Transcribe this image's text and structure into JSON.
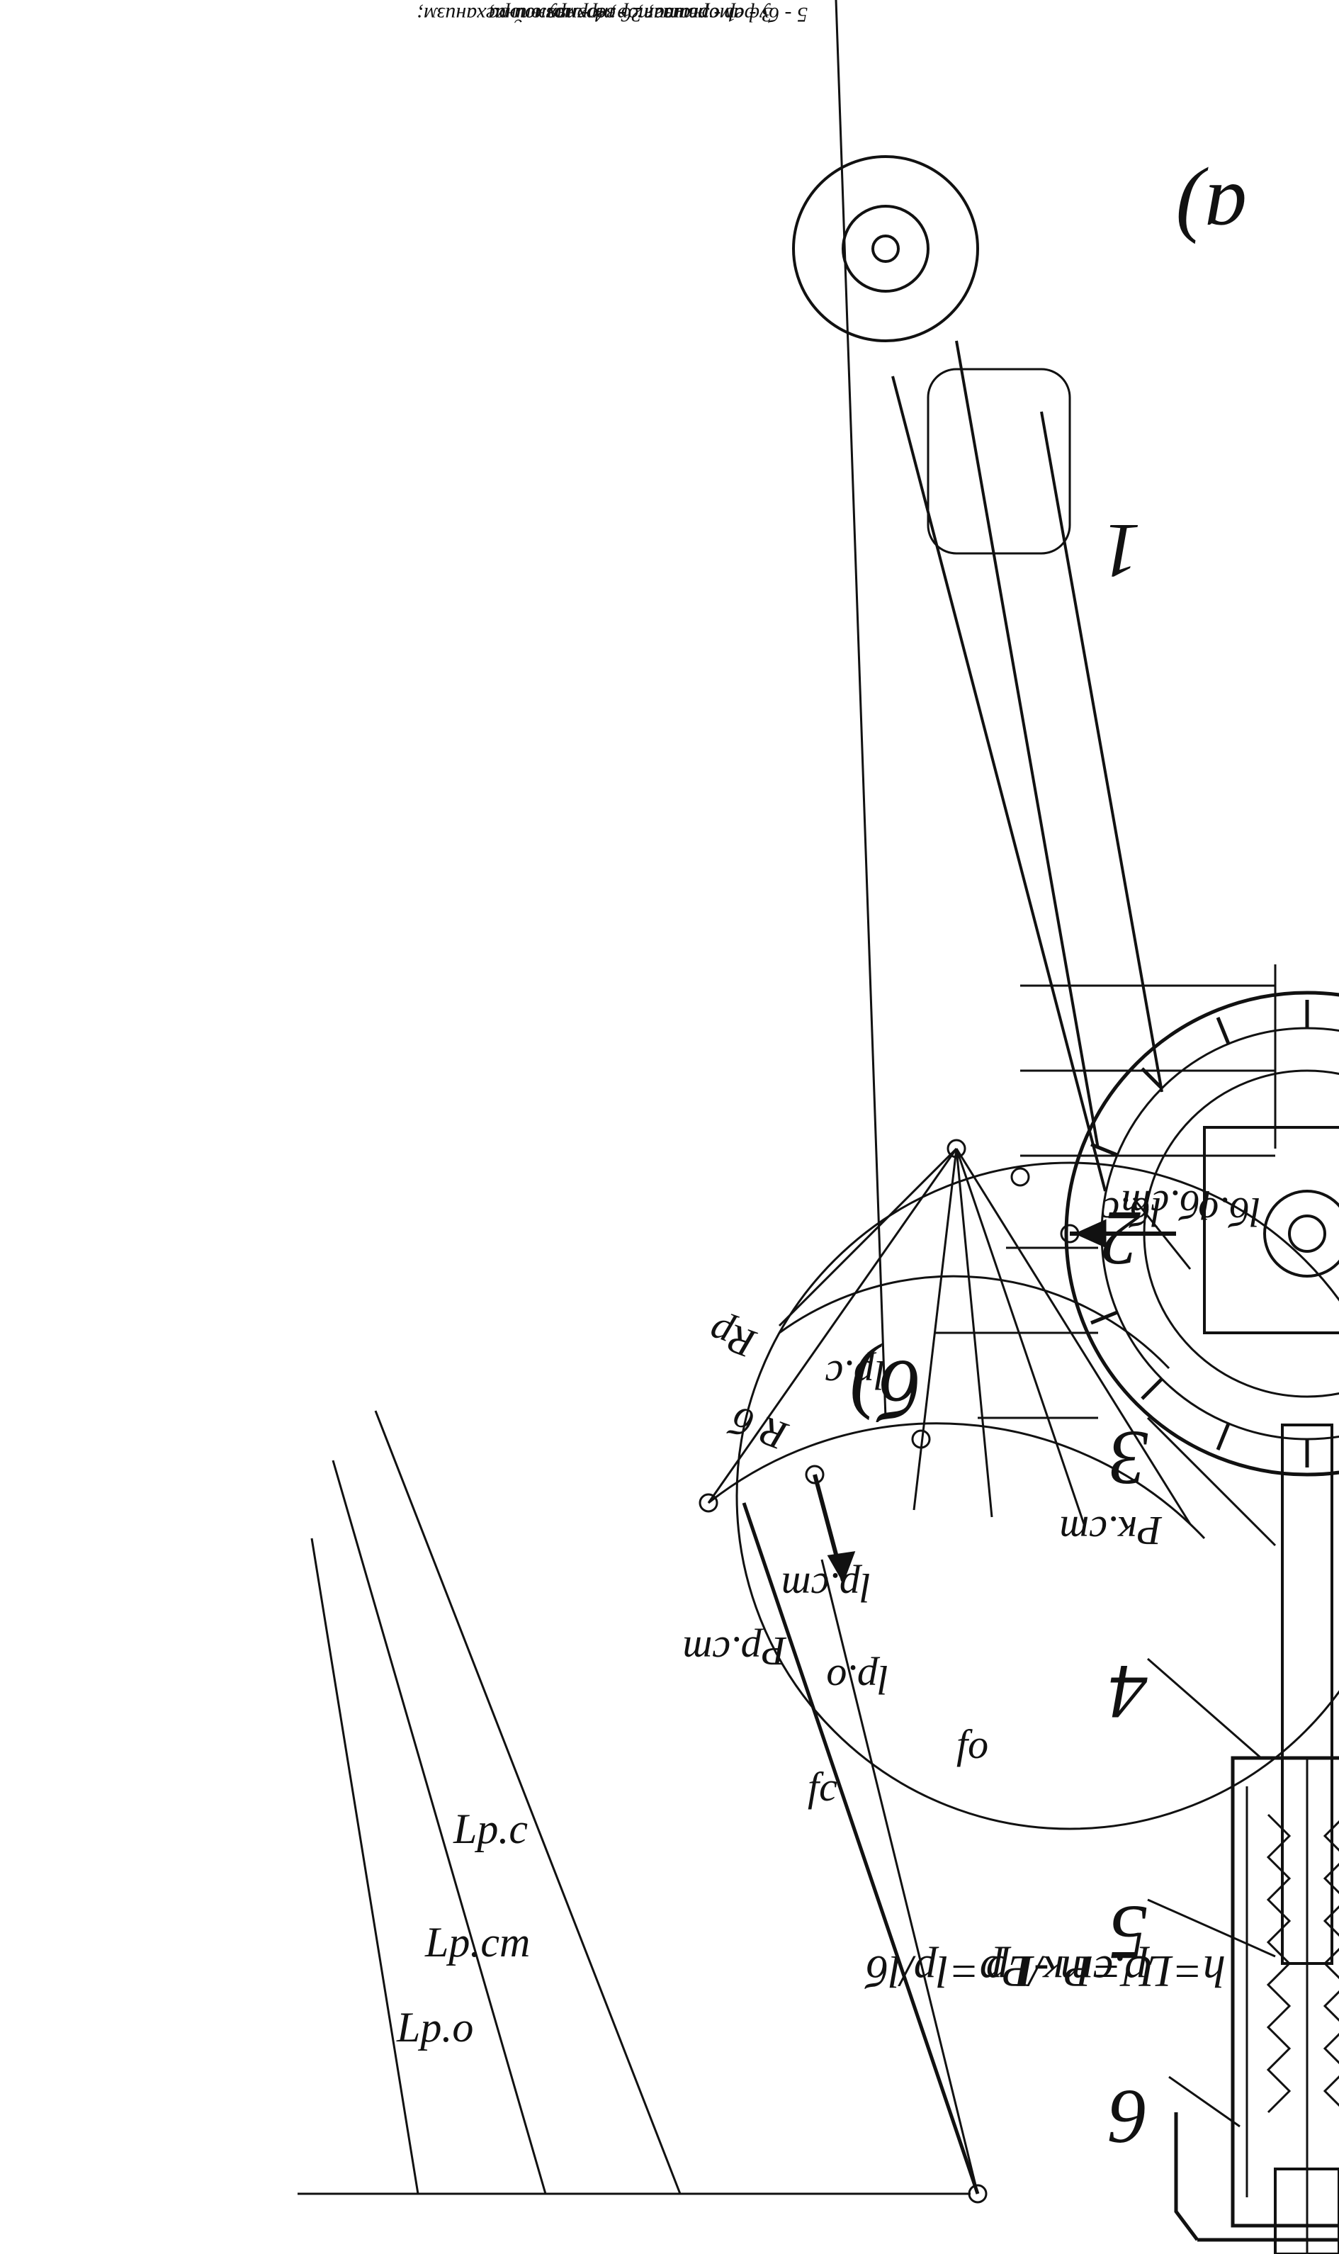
{
  "panel_a": {
    "label": "a)",
    "callouts": [
      "6",
      "5",
      "4",
      "3",
      "2",
      "1"
    ],
    "legend": [
      "1 - рычаг; 2 - тормозной механизм;",
      "3 - амортизатор; 4 - пружина;",
      "5 - буфер сжатия; 6 верхняя опора"
    ]
  },
  "panel_b": {
    "label": "б)",
    "dim_Lpc": "Lp.c",
    "dim_Lpcm": "Lp.cm",
    "dim_Lpo": "Lp.o",
    "force_Ppcm": "Pp.cm",
    "force_Pkcm": "Pк.cm",
    "radius_Rp": "Rp",
    "radius_Rb": "R б",
    "lever_lpc": "lp.c",
    "lever_lpcm": "lp.cm",
    "lever_lpo": "lp.o",
    "defl_fc": "fc",
    "defl_fo": "fo",
    "dim_lbc": "lб.c",
    "dim_lbcm": "lб.cm",
    "dim_lbo": "lб.o",
    "formula_1": "U=Pк/Pp=lp/lб",
    "formula_2": "h=Lp.cm -Lp"
  }
}
